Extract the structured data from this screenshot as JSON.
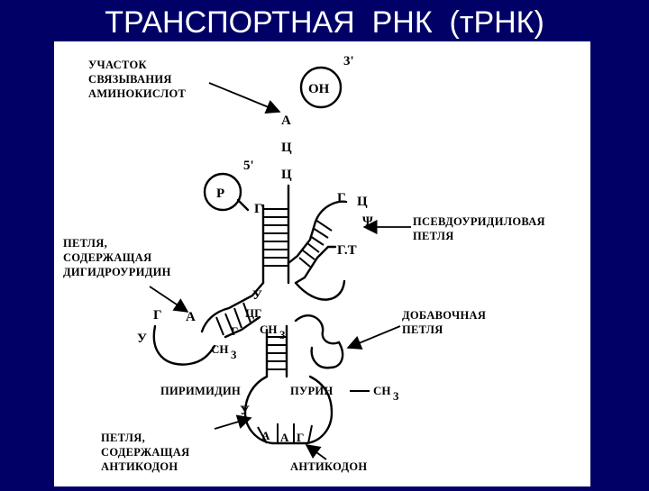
{
  "title": "ТРАНСПОРТНАЯ  РНК  (тРНК)",
  "colors": {
    "background": "#000066",
    "panel": "#ffffff",
    "ink": "#000000",
    "title": "#ffffff"
  },
  "ends": {
    "three_prime": "3'",
    "five_prime": "5'",
    "oh_group": "ОН",
    "p_group": "Р"
  },
  "labels": {
    "amino_site": [
      "УЧАСТОК",
      "СВЯЗЫВАНИЯ",
      "АМИНОКИСЛОТ"
    ],
    "dhu_loop": [
      "ПЕТЛЯ,",
      "СОДЕРЖАЩАЯ",
      "ДИГИДРОУРИДИН"
    ],
    "pseudouridine_loop": [
      "ПСЕВДОУРИДИЛОВАЯ",
      "ПЕТЛЯ"
    ],
    "extra_loop": [
      "ДОБАВОЧНАЯ",
      "ПЕТЛЯ"
    ],
    "anticodon_loop": [
      "ПЕТЛЯ,",
      "СОДЕРЖАЩАЯ",
      "АНТИКОДОН"
    ],
    "pyrimidine": "ПИРИМИДИН",
    "purine": "ПУРИН",
    "purine_ch3": "СН",
    "ch3_sub": "3",
    "anticodon": "АНТИКОДОН"
  },
  "nucleotides": {
    "acceptor": [
      "А",
      "Ц",
      "Ц"
    ],
    "g_5prime": "Г",
    "t_loop": [
      "Г",
      "Ц",
      "Ψ",
      "Г.Т"
    ],
    "d_loop": [
      "Г",
      "А",
      "У",
      "Г",
      "ЦГ",
      "У"
    ],
    "d_ch3": "СН",
    "stem_ch3": "СН",
    "anticodon_loop_u": "У",
    "codon": [
      "А",
      "А",
      "Г"
    ]
  }
}
